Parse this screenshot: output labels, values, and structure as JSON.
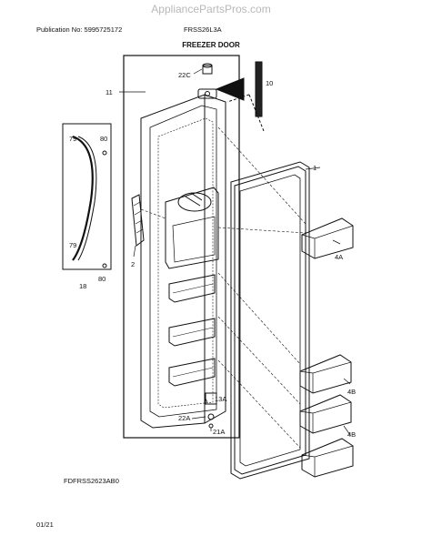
{
  "header": {
    "watermark": "AppliancePartsPros.com",
    "publication": "Publication No: 5995725172",
    "model": "FRSS26L3A",
    "title": "FREEZER DOOR"
  },
  "callouts": {
    "c22c": "22C",
    "c10": "10",
    "c11": "11",
    "c1": "1",
    "c79_top": "79",
    "c80_top": "80",
    "c79_bottom": "79",
    "c80_bottom": "80",
    "c18": "18",
    "c2": "2",
    "c4a": "4A",
    "c13a": "13A",
    "c22a": "22A",
    "c21a": "21A",
    "c4b_upper": "4B",
    "c4b_lower": "4B"
  },
  "footer": {
    "figure_id": "FDFRSS2623AB0",
    "date": "01/21"
  }
}
